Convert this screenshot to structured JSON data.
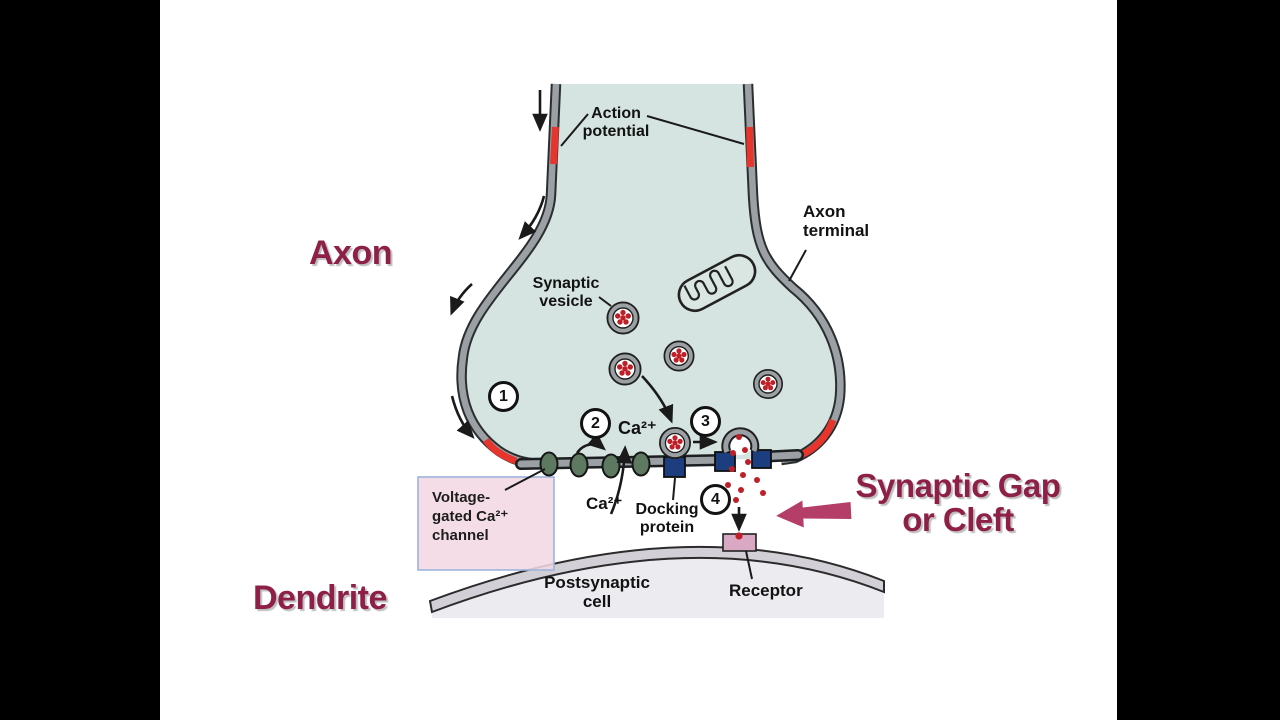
{
  "scene": {
    "description": "Synapse diagram video frame: axon terminal releasing neurotransmitter across the synaptic gap to a dendrite",
    "format": "pillarboxed 4:3 slide on white background"
  },
  "labels": {
    "axon": "Axon",
    "action_potential": "Action\npotential",
    "axon_terminal": "Axon\nterminal",
    "synaptic_vesicle": "Synaptic\nvesicle",
    "ca_upper": "Ca²⁺",
    "ca_lower": "Ca²⁺",
    "voltage_gated_channel": "Voltage-\ngated Ca²⁺\nchannel",
    "docking_protein": "Docking\nprotein",
    "synaptic_gap": "Synaptic Gap\nor Cleft",
    "dendrite": "Dendrite",
    "postsynaptic_cell": "Postsynaptic\ncell",
    "receptor": "Receptor"
  },
  "steps": [
    "1",
    "2",
    "3",
    "4"
  ],
  "colors": {
    "pillar": "#000000",
    "background": "#ffffff",
    "cytoplasm": "#d5e4e0",
    "membrane_gray": "#9aa0a3",
    "membrane_edge": "#2b2e30",
    "action_potential_red": "#e6352c",
    "neurotransmitter_red": "#bf2028",
    "calcium_channel_green": "#5d7a60",
    "docking_protein_blue": "#1d3e7e",
    "magenta_text": "#8e2048",
    "magenta_arrow": "#b43e68",
    "voltage_box_fill": "#f3d8e4",
    "voltage_box_border": "#9db4de",
    "receptor_pink": "#d9a9c3",
    "postsynaptic_band": "#d2cfd6"
  }
}
